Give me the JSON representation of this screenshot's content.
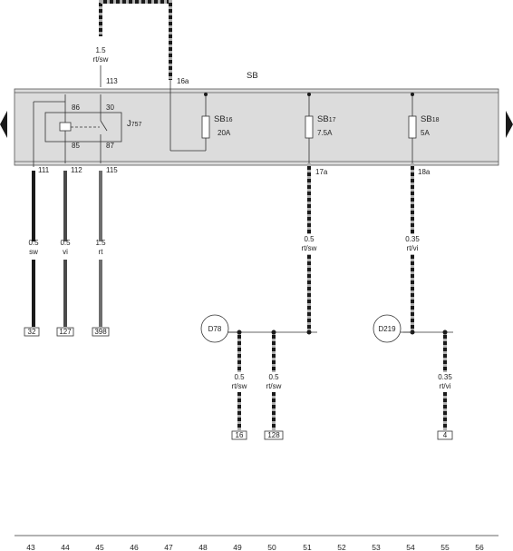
{
  "colors": {
    "panel": "#dcdcdc",
    "wire_black": "#1a1a1a",
    "wire_red": "#6e6e6e",
    "wire_violet": "#4a4a4a",
    "wire_stripe": "#b0b0b0"
  },
  "nav": {
    "left_icon": "triangle-left-icon",
    "right_icon": "triangle-right-icon"
  },
  "panel": {
    "label": "SB",
    "relay": {
      "name": "J",
      "sub": "757",
      "pin_86": "86",
      "pin_85": "85",
      "pin_30": "30",
      "pin_87": "87"
    },
    "fuses": [
      {
        "id": "SB",
        "sub": "16",
        "rating": "20A",
        "out": "16a"
      },
      {
        "id": "SB",
        "sub": "17",
        "rating": "7.5A",
        "out": "17a"
      },
      {
        "id": "SB",
        "sub": "18",
        "rating": "5A",
        "out": "18a"
      }
    ]
  },
  "wires": {
    "top": {
      "size": "1.5",
      "color": "rt/sw",
      "pin": "113"
    },
    "w111": {
      "pin": "111",
      "size": "0.5",
      "color": "sw",
      "term": "32"
    },
    "w112": {
      "pin": "112",
      "size": "0.5",
      "color": "vi",
      "term": "127"
    },
    "w115": {
      "pin": "115",
      "size": "1.5",
      "color": "rt",
      "term": "398"
    },
    "w17a": {
      "size": "0.5",
      "color": "rt/sw"
    },
    "w18a": {
      "size": "0.35",
      "color": "rt/vi"
    },
    "d78a": {
      "size": "0.5",
      "color": "rt/sw",
      "term": "16"
    },
    "d78b": {
      "size": "0.5",
      "color": "rt/sw",
      "term": "128"
    },
    "d219a": {
      "size": "0.35",
      "color": "rt/vi",
      "term": "4"
    }
  },
  "connectors": {
    "d78": "D78",
    "d219": "D219"
  },
  "columns": [
    "43",
    "44",
    "45",
    "46",
    "47",
    "48",
    "49",
    "50",
    "51",
    "52",
    "53",
    "54",
    "55",
    "56"
  ]
}
